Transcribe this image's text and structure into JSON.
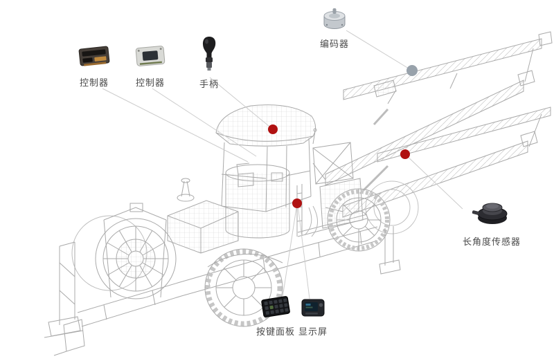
{
  "colors": {
    "background": "#ffffff",
    "marker_red": "#b01111",
    "marker_gray": "#98a2ab",
    "leader_line": "#cccccc",
    "wireframe": "#a9a9a9",
    "label_text": "#4a4a4a"
  },
  "callouts": [
    {
      "label": "控制器",
      "icon": "controller-module-icon"
    },
    {
      "label": "控制器",
      "icon": "controller-unit-icon"
    },
    {
      "label": "手柄",
      "icon": "joystick-icon"
    },
    {
      "label": "编码器",
      "icon": "encoder-icon"
    },
    {
      "label": "长角度传感器",
      "icon": "angle-sensor-icon"
    },
    {
      "label": "按键面板",
      "icon": "keypad-icon"
    },
    {
      "label": "显示屏",
      "icon": "display-icon"
    }
  ],
  "markers": [
    {
      "name": "cab-hotspot",
      "color": "red"
    },
    {
      "name": "chassis-hotspot",
      "color": "red"
    },
    {
      "name": "boom-hotspot",
      "color": "red"
    },
    {
      "name": "encoder-hotspot",
      "color": "gray"
    }
  ]
}
